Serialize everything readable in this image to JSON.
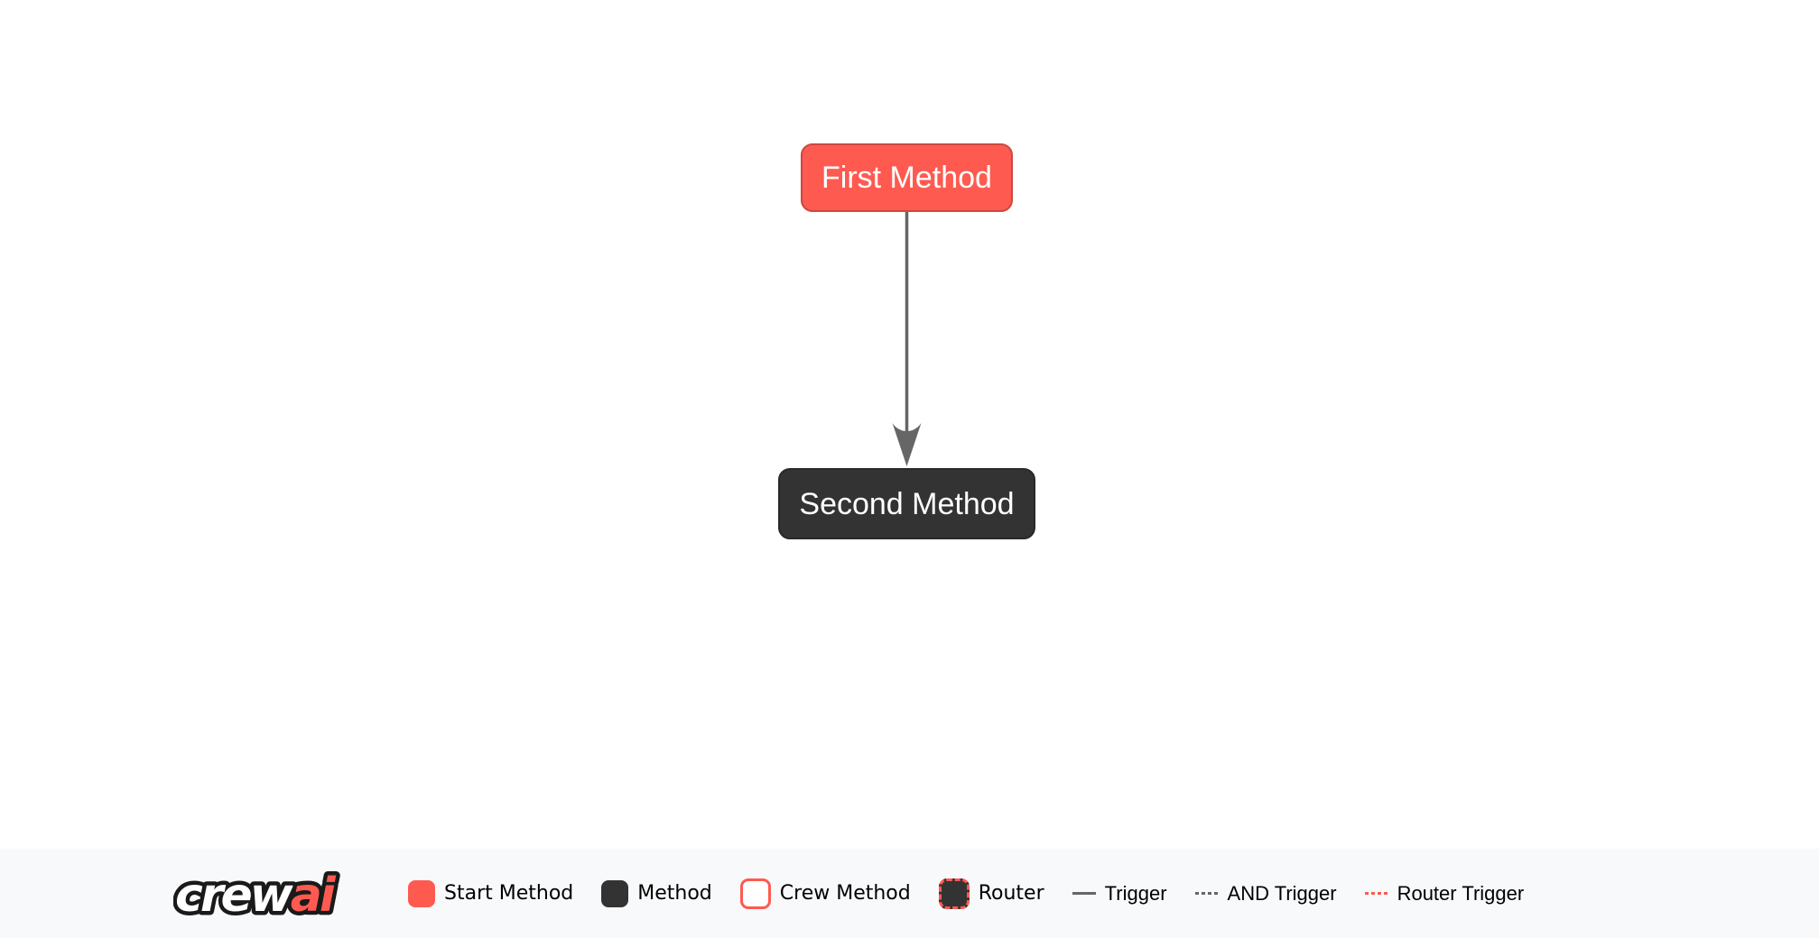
{
  "colors": {
    "brand_red": "#FF5A50",
    "brand_red_dark": "#CC4840",
    "node_dark": "#333333",
    "node_dark_border": "#292929",
    "edge_gray": "#666666",
    "footer_bg": "#F8F9FA",
    "text_black": "#000000",
    "node_text": "#FFFFFF",
    "page_bg": "#FFFFFF"
  },
  "flow": {
    "nodes": [
      {
        "id": "first_method",
        "label": "First Method",
        "type": "start"
      },
      {
        "id": "second_method",
        "label": "Second Method",
        "type": "method"
      }
    ],
    "edges": [
      {
        "from": "first_method",
        "to": "second_method",
        "type": "trigger"
      }
    ]
  },
  "footer": {
    "logo": {
      "crew": "crew",
      "ai": "ai"
    },
    "legend": [
      {
        "label": "Start Method",
        "swatch": "start-method-swatch"
      },
      {
        "label": "Method",
        "swatch": "method-swatch"
      },
      {
        "label": "Crew Method",
        "swatch": "crew-method-swatch"
      },
      {
        "label": "Router",
        "swatch": "router-swatch"
      },
      {
        "label": "Trigger",
        "swatch": "trigger-line"
      },
      {
        "label": "AND Trigger",
        "swatch": "and-trigger-line"
      },
      {
        "label": "Router Trigger",
        "swatch": "router-trigger-line"
      }
    ]
  }
}
